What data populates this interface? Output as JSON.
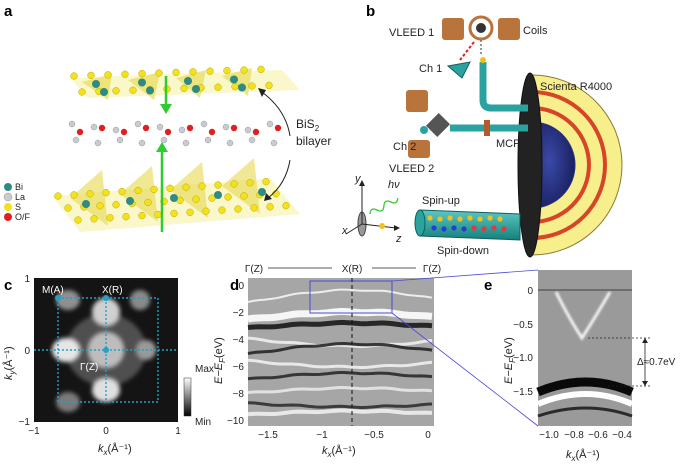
{
  "panels": {
    "a": {
      "label": "a",
      "bilayer_label": "BiS",
      "bilayer_sub": "2",
      "bilayer_label2": "bilayer",
      "legend": [
        {
          "text": "Bi",
          "color": "#2f8a84"
        },
        {
          "text": "La",
          "color": "#c9cbd0"
        },
        {
          "text": "S",
          "color": "#f3e21b"
        },
        {
          "text": "O/F",
          "color": "#e02020"
        }
      ]
    },
    "b": {
      "label": "b",
      "coils": "Coils",
      "vleed1": "VLEED 1",
      "ch1": "Ch 1",
      "scienta": "Scienta R4000",
      "mcp": "MCP",
      "ch2": "Ch 2",
      "vleed2": "VLEED 2",
      "hv": "hν",
      "spin_up": "Spin-up",
      "spin_down": "Spin-down",
      "axis_y": "y",
      "axis_x": "x",
      "axis_z": "z"
    },
    "c": {
      "label": "c",
      "point_M": "M(A)",
      "point_X": "X(R)",
      "point_G": "Γ(Z)",
      "ylabel": "k",
      "ylabel_sub": "y",
      "ylabel_unit": "(Å⁻¹)",
      "xlabel": "k",
      "xlabel_sub": "x",
      "xlabel_unit": "(Å⁻¹)",
      "xticks": [
        "−1",
        "0",
        "1"
      ],
      "yticks": [
        "1",
        "0",
        "−1"
      ],
      "colorbar_max": "Max",
      "colorbar_min": "Min"
    },
    "d": {
      "label": "d",
      "top_labels": [
        "Γ(Z)",
        "X(R)",
        "Γ(Z)"
      ],
      "ylabel": "E−E",
      "ylabel_sub": "F",
      "ylabel_unit": "(eV)",
      "xlabel": "k",
      "xlabel_sub": "x",
      "xlabel_unit": "(Å⁻¹)",
      "xticks": [
        "−1.5",
        "−1",
        "−0.5",
        "0"
      ],
      "yticks": [
        "0",
        "−2",
        "−4",
        "−6",
        "−8",
        "−10"
      ]
    },
    "e": {
      "label": "e",
      "ylabel": "E−E",
      "ylabel_sub": "F",
      "ylabel_unit": "(eV)",
      "xlabel": "k",
      "xlabel_sub": "x",
      "xlabel_unit": "(Å⁻¹)",
      "xticks": [
        "−1.0",
        "−0.8",
        "−0.6",
        "−0.4"
      ],
      "yticks": [
        "0",
        "−0.5",
        "−1.0",
        "−1.5"
      ],
      "gap_label": "Δ≈0.7eV"
    }
  },
  "colors": {
    "bi": "#2f8a84",
    "sulfur": "#f3e21b",
    "oxygen": "#e02020",
    "lanthanum": "#c9cbd0",
    "teal_pipe": "#2aa2a0",
    "coil": "#b8743a",
    "dotted_zone": "#23a0c8",
    "zoom_box": "#4b4bd6",
    "green_arrow": "#2ecc2e",
    "spin_up": "#e23a3a",
    "spin_down": "#2a3ad0"
  }
}
